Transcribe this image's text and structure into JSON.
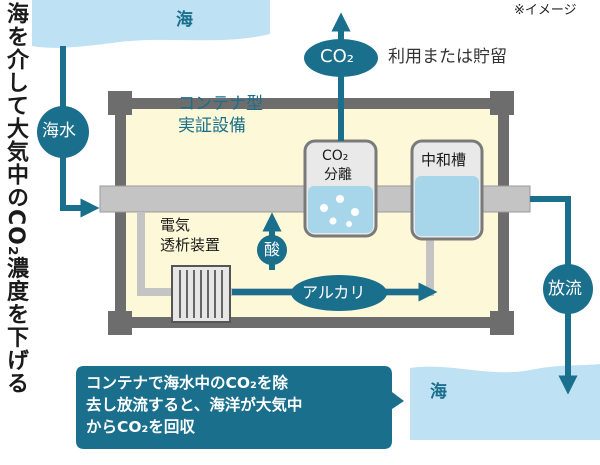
{
  "title": "海を介して大気中のCO₂濃度を下げる",
  "image_note": "※イメージ",
  "sea_top": "海",
  "sea_bottom": "海",
  "seawater_label": "海水",
  "co2_out_label": "CO₂",
  "co2_use_label": "利用または貯留",
  "container_label_line1": "コンテナ型",
  "container_label_line2": "実証設備",
  "co2_separation_line1": "CO₂",
  "co2_separation_line2": "分離",
  "neutralization_tank": "中和槽",
  "electrodialysis_line1": "電気",
  "electrodialysis_line2": "透析装置",
  "acid_label": "酸",
  "alkali_label": "アルカリ",
  "discharge_label": "放流",
  "callout_line1": "コンテナで海水中のCO₂を除",
  "callout_line2": "去し放流すると、海洋が大気中",
  "callout_line3": "からCO₂を回収",
  "colors": {
    "teal": "#1a6f8c",
    "sea_blue": "#bfe1f4",
    "container_bg": "#fdf8d8",
    "frame_gray": "#6d6d6d",
    "pipe_gray": "#bdbdbd",
    "tank_water": "#a7d6ea"
  }
}
